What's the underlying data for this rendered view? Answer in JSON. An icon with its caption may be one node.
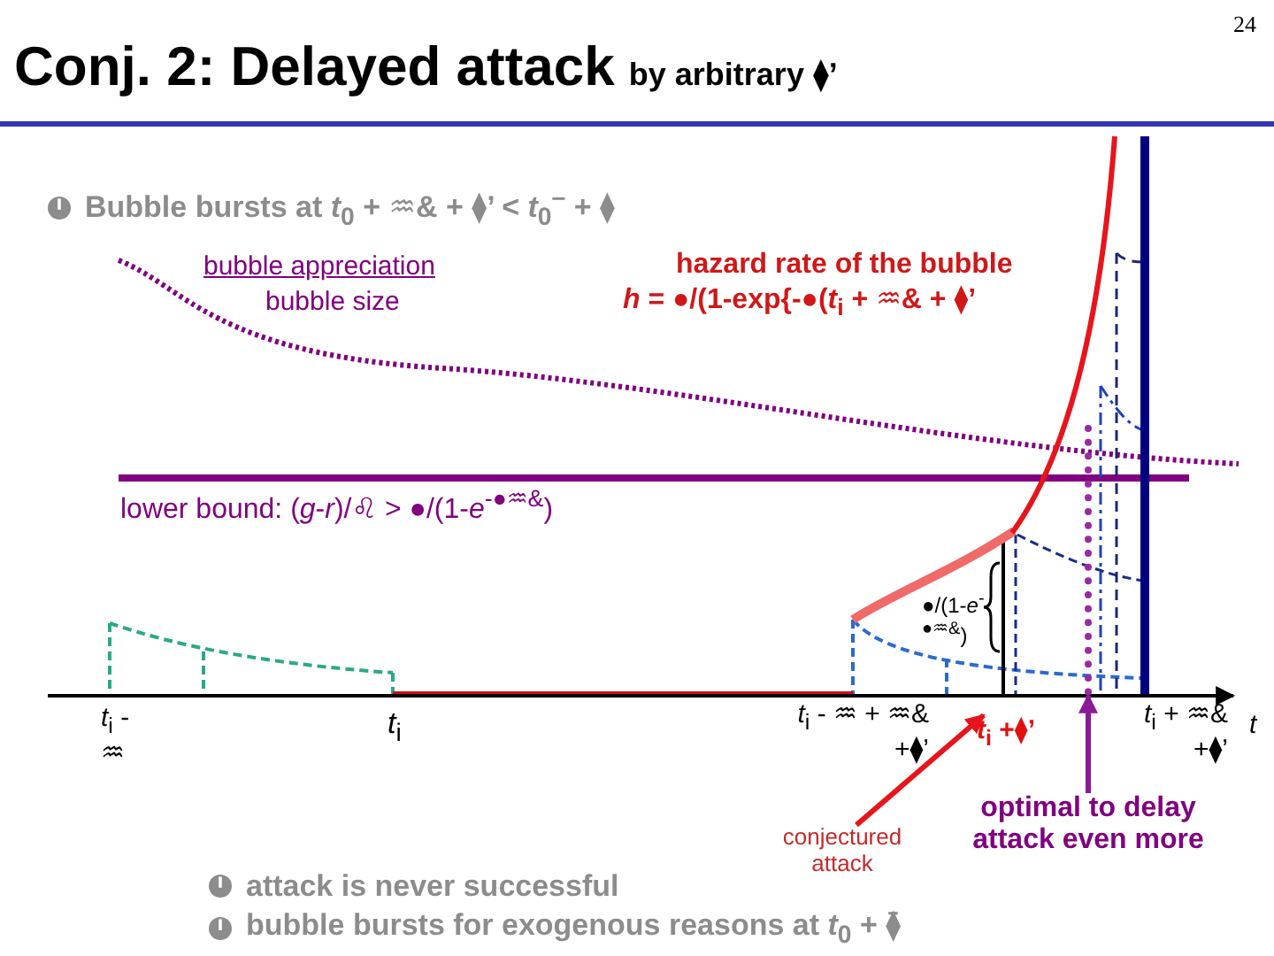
{
  "diagram": {
    "title": "Conj. 2: Delayed attack",
    "nodes": [
      {
        "text": [
          "*t*$_{i}$ +⧫’"
        ]
      },
      {
        "text": [
          "conjectured attack"
        ]
      },
      {
        "text": [
          "optimal to delay attack even more"
        ]
      },
      {
        "text": [],
        "shape": "bar"
      }
    ],
    "edges": [
      {
        "from": 1,
        "to": 0,
        "arrow": "to",
        "color": "#e8141c"
      },
      {
        "from": 2,
        "to": 3,
        "arrow": "to",
        "color": "#8a1a96"
      }
    ],
    "labels": [
      "24",
      "by arbitrary ⧫’",
      "Bubble bursts at *t*$_{0}$ + ♒& + ⧫’ < *t*$_{0}$$^{–}$ + ⧫",
      "hazard rate of the bubble",
      "*h* = ●/(1-exp{-●(*t*$_{i}$ + ♒& + ⧫’",
      "bubble appreciation",
      "bubble size",
      "lower bound: (*g*-*r*)/♌ > ●/(1-*e*$^{-●♒&}$)",
      "●/(1-*e*$^{-●♒&}$)",
      "*t*$_{i}$ - ♒",
      "*t*$_{i}$",
      "*t*$_{i}$ - ♒ + ♒& +⧫’",
      "*t*$_{i}$ + ♒& +⧫’",
      "t",
      "attack is never successful",
      "bubble bursts for exogenous reasons at *t*$_{0}$ + ⧫̄"
    ]
  }
}
